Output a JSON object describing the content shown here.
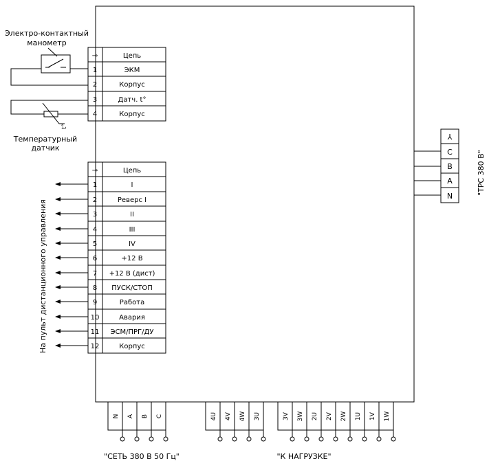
{
  "gauge_label_line1": "Электро-контактный",
  "gauge_label_line2": "манометр",
  "temp_sensor_line1": "Температурный",
  "temp_sensor_line2": "датчик",
  "temp_symbol": "t°",
  "top_table": {
    "header_symbol": "⊸",
    "header_label": "Цепь",
    "rows": [
      {
        "num": "1",
        "label": "ЭКМ"
      },
      {
        "num": "2",
        "label": "Корпус"
      },
      {
        "num": "3",
        "label": "Датч. t°"
      },
      {
        "num": "4",
        "label": "Корпус"
      }
    ]
  },
  "remote_table": {
    "header_symbol": "⊸",
    "header_label": "Цепь",
    "rows": [
      {
        "num": "1",
        "label": "I"
      },
      {
        "num": "2",
        "label": "Реверс I"
      },
      {
        "num": "3",
        "label": "II"
      },
      {
        "num": "4",
        "label": "III"
      },
      {
        "num": "5",
        "label": "IV"
      },
      {
        "num": "6",
        "label": "+12 В"
      },
      {
        "num": "7",
        "label": "+12 В (дист)"
      },
      {
        "num": "8",
        "label": "ПУСК/СТОП"
      },
      {
        "num": "9",
        "label": "Работа"
      },
      {
        "num": "10",
        "label": "Авария"
      },
      {
        "num": "11",
        "label": "ЭСМ/ПРГ/ДУ"
      },
      {
        "num": "12",
        "label": "Корпус"
      }
    ]
  },
  "remote_label": "На пульт дистанционного управления",
  "trs_terminals": [
    "⅄",
    "C",
    "B",
    "A",
    "N"
  ],
  "trs_label": "\"ТРС 380 В\"",
  "supply_terminals": [
    "N",
    "A",
    "B",
    "C"
  ],
  "motor_group_1": [
    "4U",
    "4V",
    "4W",
    "3U"
  ],
  "motor_group_2": [
    "3V",
    "3W",
    "2U",
    "2V",
    "2W"
  ],
  "motor_group_3": [
    "1U",
    "1V",
    "1W"
  ],
  "supply_label": "\"СЕТЬ 380 В  50 Гц\"",
  "load_label": "\"К НАГРУЗКЕ\""
}
